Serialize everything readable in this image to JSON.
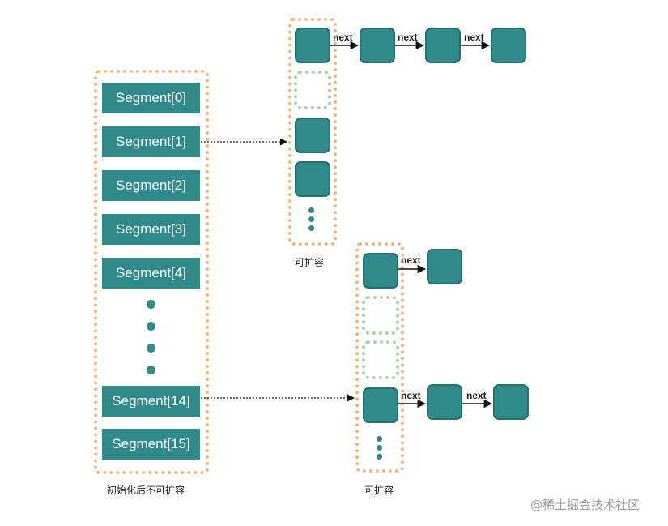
{
  "segments": [
    "Segment[0]",
    "Segment[1]",
    "Segment[2]",
    "Segment[3]",
    "Segment[4]",
    "Segment[14]",
    "Segment[15]"
  ],
  "next_label": "next",
  "left_caption": "初始化后不可扩容",
  "expandable_caption": "可扩容",
  "watermark": "@稀土掘金技术社区",
  "colors": {
    "segment_fill": "#2f8a8a",
    "container_border": "#f0b87a",
    "empty_slot_border": "#a6d4a6"
  }
}
